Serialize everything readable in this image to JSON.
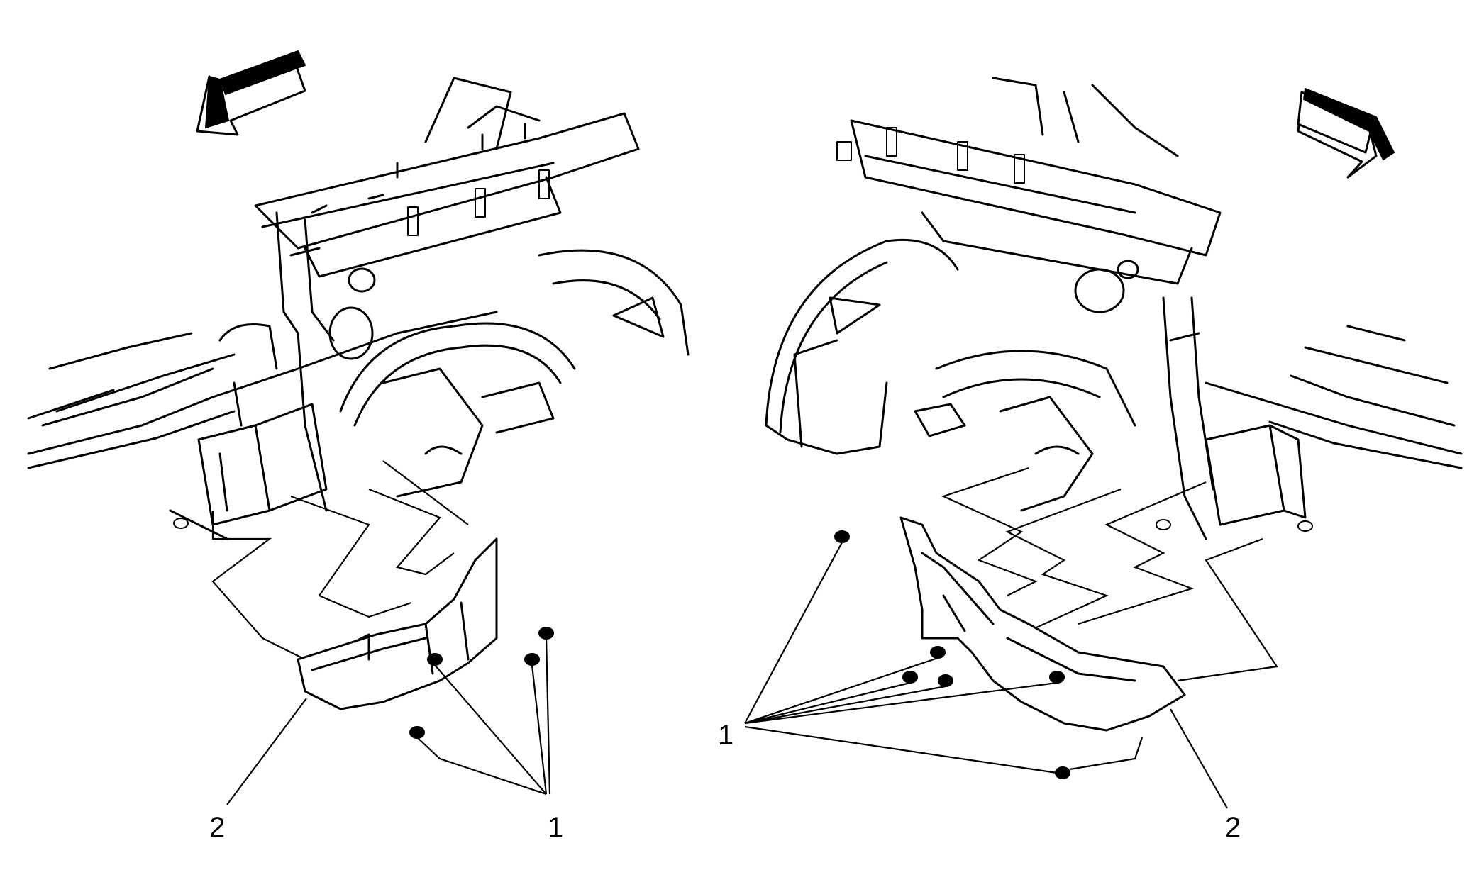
{
  "diagram": {
    "callouts": {
      "left_fastener": "1",
      "left_panel": "2",
      "right_fastener": "1",
      "right_panel": "2"
    },
    "icons": [
      "front-direction-arrow-icon",
      "front-direction-arrow-icon"
    ],
    "colors": {
      "line": "#000000",
      "background": "#ffffff"
    }
  }
}
